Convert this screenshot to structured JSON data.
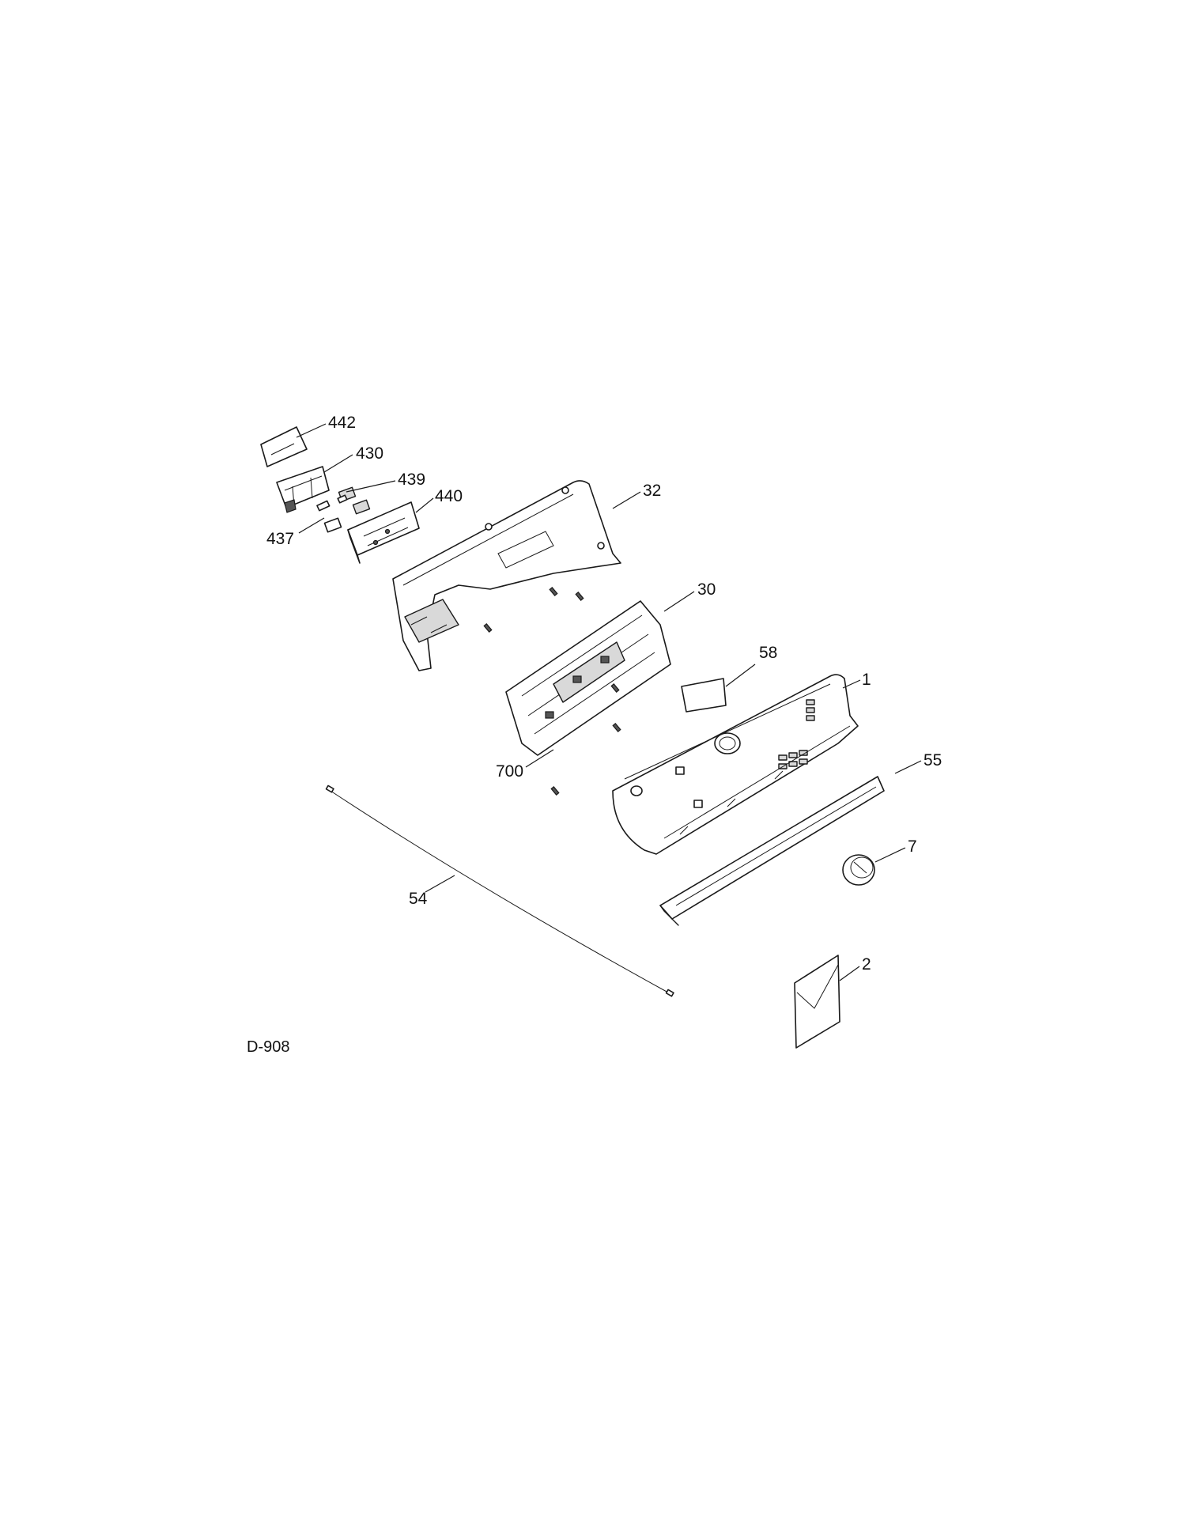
{
  "diagram": {
    "code": "D-908",
    "callouts": [
      {
        "id": "442",
        "label": "442"
      },
      {
        "id": "430",
        "label": "430"
      },
      {
        "id": "439",
        "label": "439"
      },
      {
        "id": "440",
        "label": "440"
      },
      {
        "id": "437",
        "label": "437"
      },
      {
        "id": "32",
        "label": "32"
      },
      {
        "id": "30",
        "label": "30"
      },
      {
        "id": "58",
        "label": "58"
      },
      {
        "id": "1",
        "label": "1"
      },
      {
        "id": "700",
        "label": "700"
      },
      {
        "id": "55",
        "label": "55"
      },
      {
        "id": "7",
        "label": "7"
      },
      {
        "id": "54",
        "label": "54"
      },
      {
        "id": "2",
        "label": "2"
      }
    ]
  }
}
